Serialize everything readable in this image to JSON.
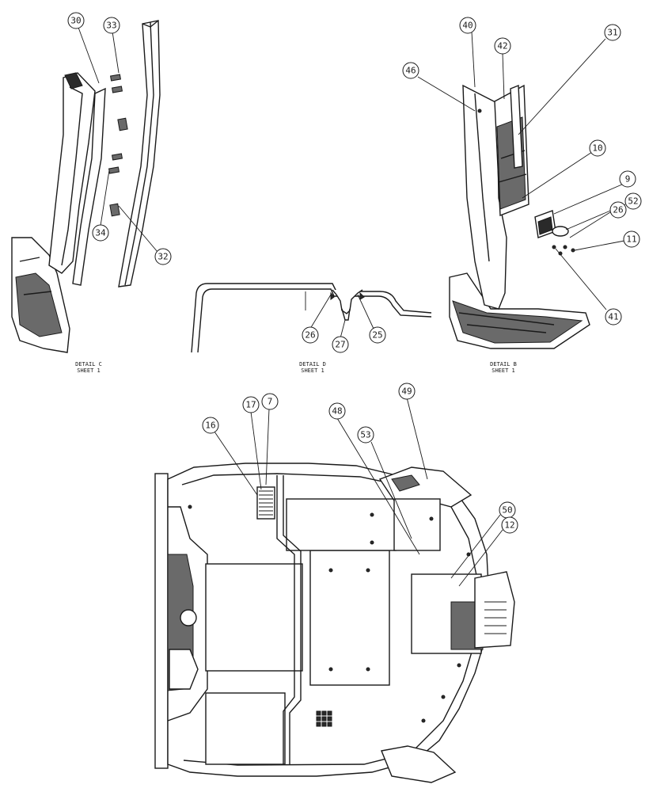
{
  "details": [
    {
      "id": "detail-c",
      "line1": "DETAIL C",
      "line2": "SHEET 1"
    },
    {
      "id": "detail-d",
      "line1": "DETAIL D",
      "line2": "SHEET 1"
    },
    {
      "id": "detail-b",
      "line1": "DETAIL B",
      "line2": "SHEET 1"
    }
  ],
  "balloons": {
    "c": [
      "30",
      "33",
      "34",
      "32"
    ],
    "d": [
      "26",
      "27",
      "25"
    ],
    "b": [
      "40",
      "42",
      "46",
      "31",
      "10",
      "9",
      "52",
      "26",
      "11",
      "41"
    ],
    "main": [
      "17",
      "7",
      "16",
      "48",
      "53",
      "49",
      "50",
      "12"
    ]
  }
}
